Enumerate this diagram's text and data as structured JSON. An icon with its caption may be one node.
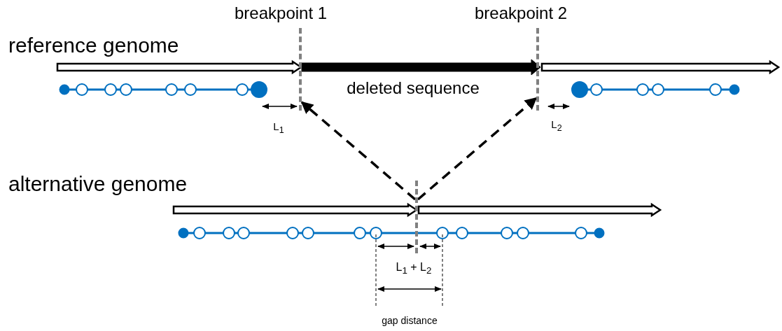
{
  "diagram": {
    "nodes": [
      {
        "text": [],
        "shape": "bar",
        "beside": [
          "breakpoint 1"
        ]
      },
      {
        "text": [],
        "shape": "bar",
        "beside": [
          "breakpoint 2"
        ]
      },
      {
        "text": [],
        "shape": "bar"
      }
    ],
    "edges": [
      {
        "from": 2,
        "to": 0,
        "arrow": "to",
        "style": "dashed"
      },
      {
        "from": 2,
        "to": 1,
        "arrow": "to",
        "style": "dashed"
      }
    ],
    "labels": [
      "reference genome",
      "deleted sequence",
      "L$_{1}$",
      "L$_{2}$",
      "alternative genome",
      "L$_{1}$ + L$_{2}$",
      "gap distance"
    ]
  }
}
